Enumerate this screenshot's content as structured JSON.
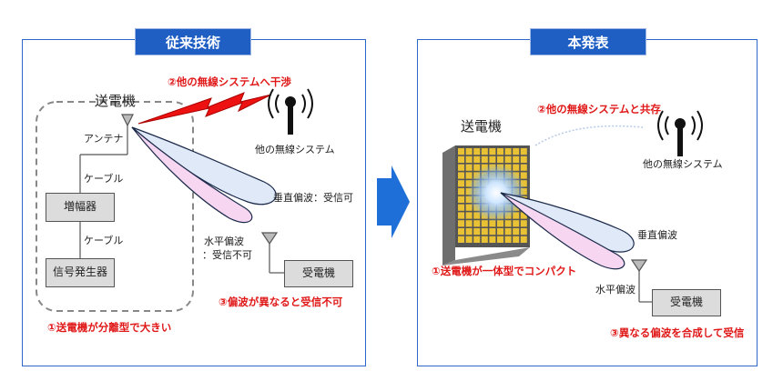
{
  "left": {
    "title": "従来技術",
    "transmitter": "送電機",
    "antenna": "アンテナ",
    "cable_top": "ケーブル",
    "cable_bottom": "ケーブル",
    "amplifier": "増幅器",
    "signal_generator": "信号発生器",
    "other_system": "他の無線システム",
    "vertical": "垂直偏波：受信可",
    "horizontal_1": "水平偏波",
    "horizontal_2": "：受信不可",
    "receiver": "受電機",
    "note_interference": "②他の無線システムへ干渉",
    "note_polarization": "③偏波が異なると受信不可",
    "note_separate": "①送電機が分離型で大きい"
  },
  "right": {
    "title": "本発表",
    "transmitter": "送電機",
    "other_system": "他の無線システム",
    "vertical": "垂直偏波",
    "horizontal": "水平偏波",
    "receiver": "受電機",
    "note_coexist": "②他の無線システムと共存",
    "note_compact": "①送電機が一体型でコンパクト",
    "note_combine": "③異なる偏波を合成して受信"
  },
  "colors": {
    "panel_border": "#2e67c9",
    "title_bg": "#1f5fc4",
    "arrow": "#1f6fd8",
    "note_red": "#e01818",
    "beam_blue": "#dfe9f8",
    "beam_pink": "#f7d6f2",
    "grid_gold": "#e8c234"
  }
}
